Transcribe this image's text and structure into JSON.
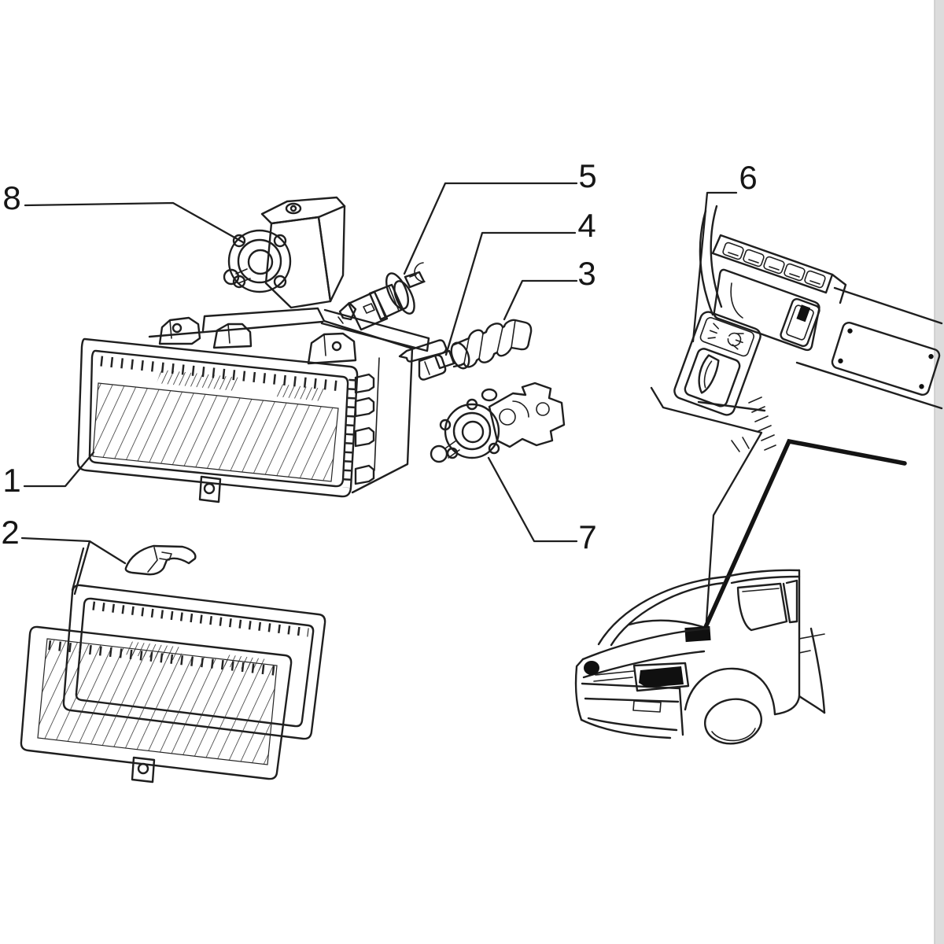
{
  "diagram": {
    "type": "exploded-parts-line-drawing",
    "subject": "front fog lamp assembly, bulbs, switch and adjuster motors with vehicle location view",
    "colors": {
      "ink": "#1f1f1f",
      "paper": "#ffffff",
      "scan_edge": "#dcdcdc"
    },
    "callouts": [
      {
        "label": "1",
        "part": "fog-lamp-assembly"
      },
      {
        "label": "2",
        "part": "lens-frame-and-clip"
      },
      {
        "label": "3",
        "part": "rubber-boot-connector"
      },
      {
        "label": "4",
        "part": "wedge-bulb-and-holder"
      },
      {
        "label": "5",
        "part": "halogen-bulb"
      },
      {
        "label": "6",
        "part": "fog-lamp-switch"
      },
      {
        "label": "7",
        "part": "adjuster-motor-lamp-holder"
      },
      {
        "label": "8",
        "part": "beam-adjuster-motor"
      }
    ]
  }
}
